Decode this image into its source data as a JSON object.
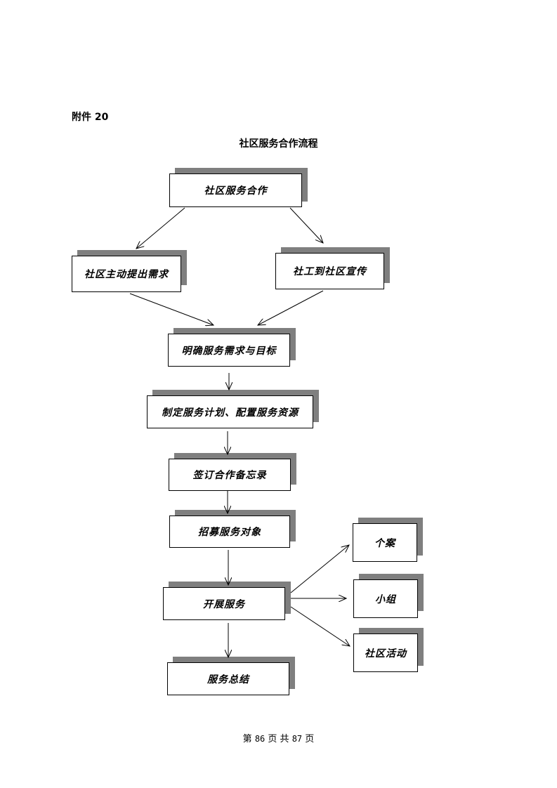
{
  "header": {
    "attachment_label": "附件 20",
    "title": "社区服务合作流程"
  },
  "flow": {
    "cooperation": "社区服务合作",
    "community_initiative": "社区主动提出需求",
    "social_worker_promo": "社工到社区宣传",
    "define_needs": "明确服务需求与目标",
    "plan_resources": "制定服务计划、配置服务资源",
    "sign_memo": "签订合作备忘录",
    "recruit": "招募服务对象",
    "deliver": "开展服务",
    "summary": "服务总结",
    "casework": "个案",
    "group": "小组",
    "community_activity": "社区活动"
  },
  "footer": {
    "prefix": "第",
    "page": "86",
    "middle": "页 共",
    "total": "87",
    "suffix": "页"
  }
}
